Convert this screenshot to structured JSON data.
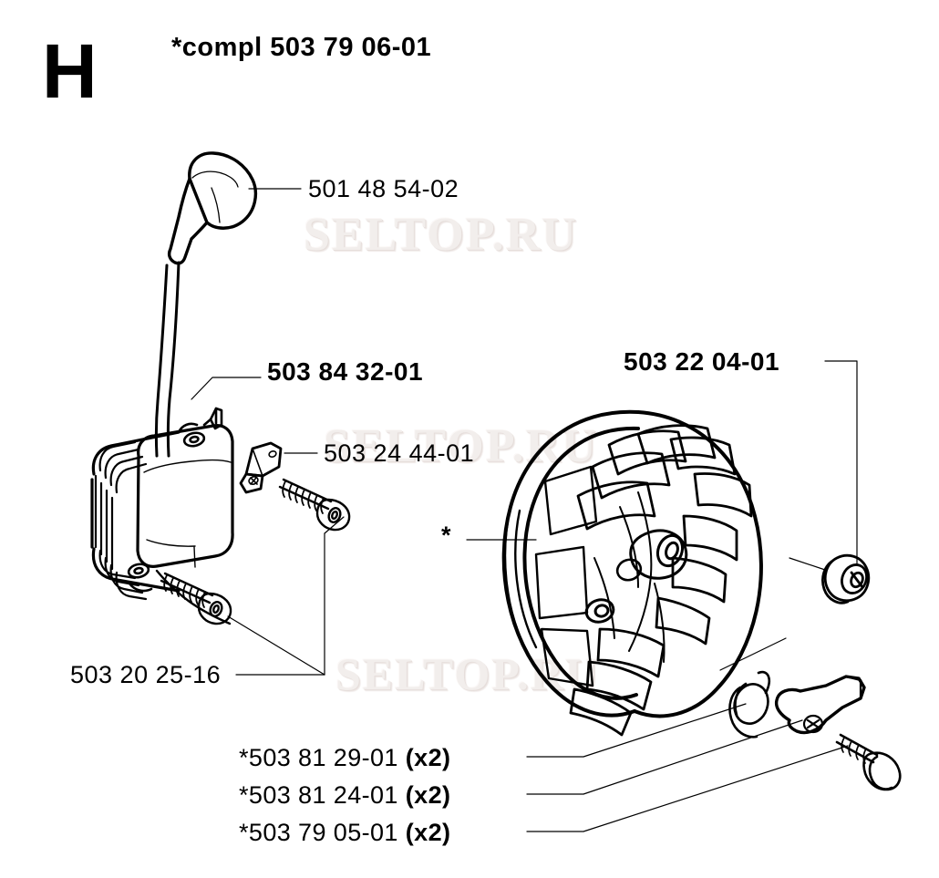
{
  "sheet": {
    "section_letter": "H",
    "compl_label": "*compl 503 79 06-01",
    "watermark": "SELTOP.RU",
    "background": "#ffffff",
    "line_color": "#000000"
  },
  "labels": {
    "spark_plug_boot": "501 48 54-02",
    "ignition_coil": "503 84 32-01",
    "ground_clip": "503 24 44-01",
    "flywheel": "503 22 04-01",
    "screws": "503 20 25-16",
    "flywheel_star": "*"
  },
  "part_list": [
    {
      "number": "*503 81 29-01",
      "qty": "(x2)"
    },
    {
      "number": "*503 81 24-01",
      "qty": "(x2)"
    },
    {
      "number": "*503 79 05-01",
      "qty": "(x2)"
    }
  ],
  "parts": [
    {
      "name": "spark-plug-boot",
      "label": "501 48 54-02"
    },
    {
      "name": "ignition-coil",
      "label": "503 84 32-01"
    },
    {
      "name": "ground-clip",
      "label": "503 24 44-01"
    },
    {
      "name": "mounting-screws",
      "label": "503 20 25-16"
    },
    {
      "name": "flywheel",
      "label": "503 22 04-01"
    },
    {
      "name": "flywheel-nut",
      "label": "503 22 04-01"
    },
    {
      "name": "starter-pawl",
      "label": "*503 81 29-01"
    },
    {
      "name": "pawl-spring",
      "label": "*503 81 24-01"
    },
    {
      "name": "pawl-pin",
      "label": "*503 79 05-01"
    }
  ]
}
